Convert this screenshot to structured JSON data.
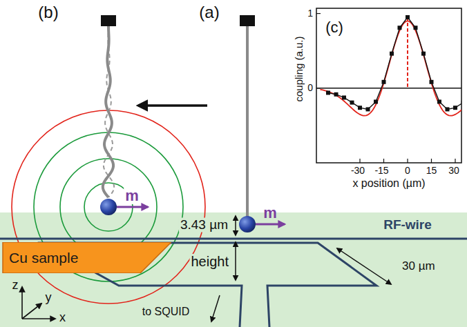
{
  "diagram": {
    "nodes": [
      {
        "text": [
          "Cu sample"
        ]
      }
    ],
    "labels": [
      "(b)",
      "(a)",
      "(c)",
      "1",
      "0",
      "coupling (a.u.)",
      "-30",
      "-15",
      "0",
      "15",
      "30",
      "x position (µm)",
      "m",
      "m",
      "3.43 µm",
      "RF-wire",
      "height",
      "30 µm",
      "to SQUID",
      "z",
      "y",
      "x"
    ]
  }
}
